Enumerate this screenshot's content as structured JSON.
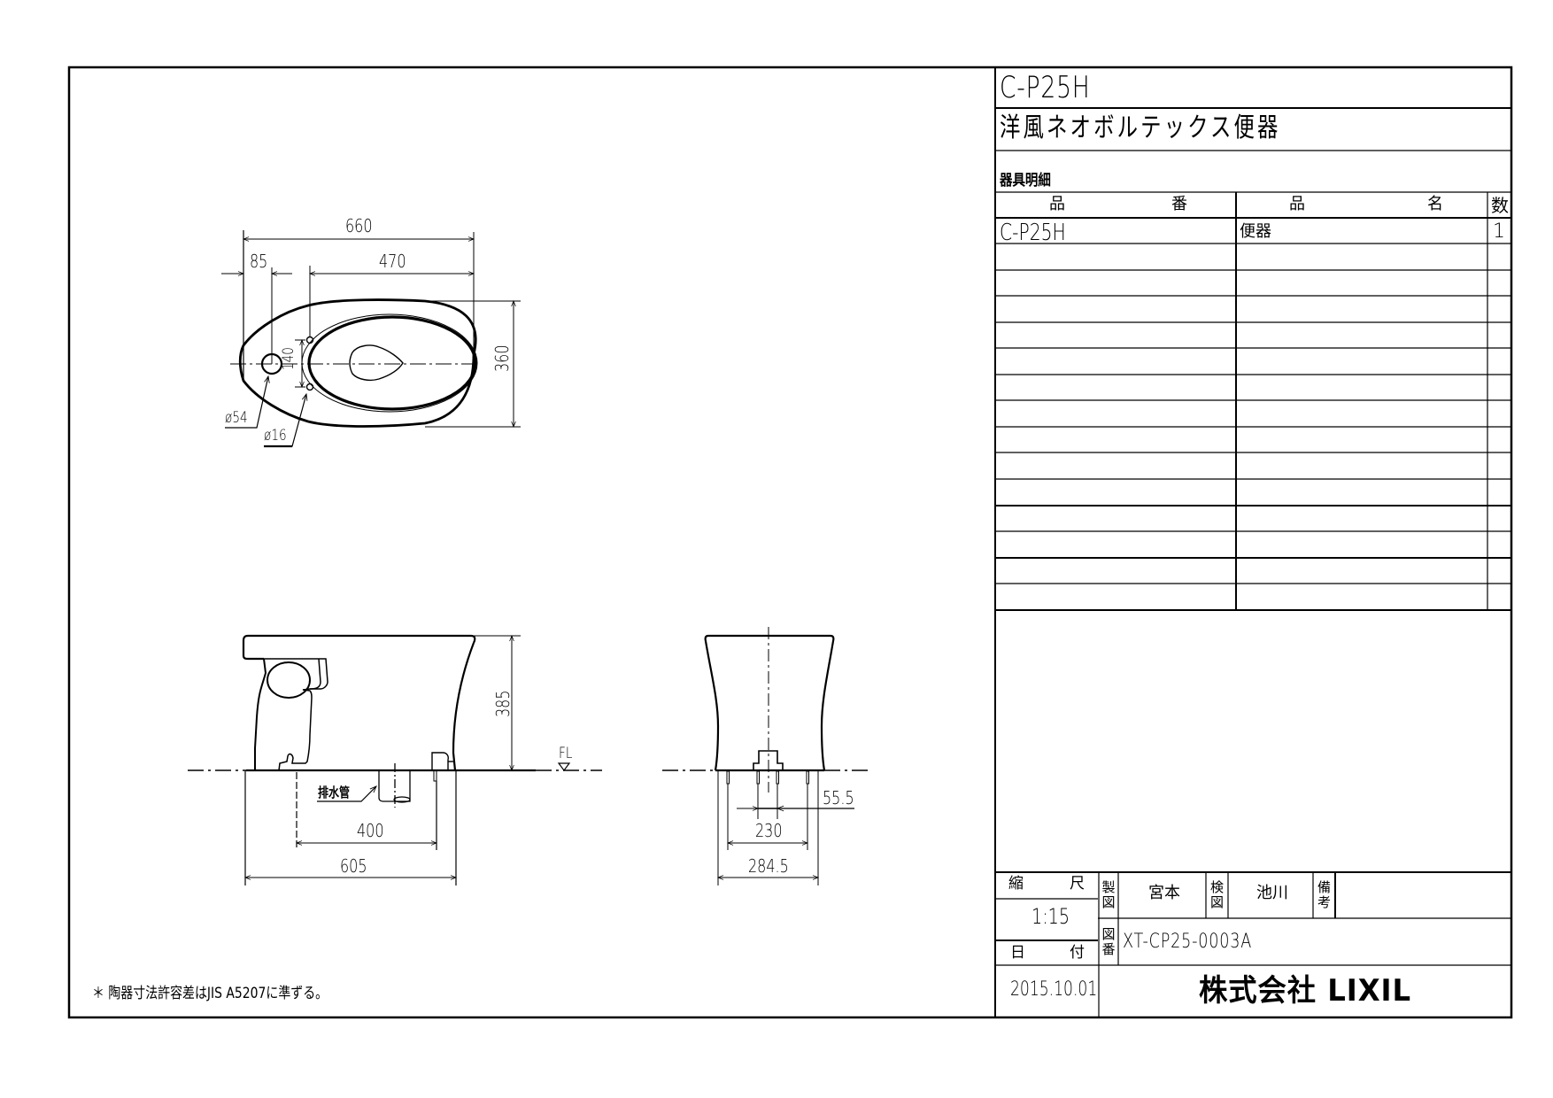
{
  "header": {
    "model_number": "C-P25H",
    "product_title": "洋風ネオボルテックス便器",
    "parts_section_label": "器具明細"
  },
  "parts_table": {
    "columns": [
      {
        "label_a": "品",
        "label_b": "番"
      },
      {
        "label_a": "品",
        "label_b": "名"
      },
      {
        "label_a": "数"
      }
    ],
    "rows": [
      {
        "part_number": "C-P25H",
        "part_name": "便器",
        "qty": "1"
      },
      {
        "part_number": "",
        "part_name": "",
        "qty": ""
      },
      {
        "part_number": "",
        "part_name": "",
        "qty": ""
      },
      {
        "part_number": "",
        "part_name": "",
        "qty": ""
      },
      {
        "part_number": "",
        "part_name": "",
        "qty": ""
      },
      {
        "part_number": "",
        "part_name": "",
        "qty": ""
      },
      {
        "part_number": "",
        "part_name": "",
        "qty": ""
      },
      {
        "part_number": "",
        "part_name": "",
        "qty": ""
      },
      {
        "part_number": "",
        "part_name": "",
        "qty": ""
      },
      {
        "part_number": "",
        "part_name": "",
        "qty": ""
      },
      {
        "part_number": "",
        "part_name": "",
        "qty": ""
      },
      {
        "part_number": "",
        "part_name": "",
        "qty": ""
      },
      {
        "part_number": "",
        "part_name": "",
        "qty": ""
      },
      {
        "part_number": "",
        "part_name": "",
        "qty": ""
      },
      {
        "part_number": "",
        "part_name": "",
        "qty": ""
      }
    ]
  },
  "title_block": {
    "scale_label_a": "縮",
    "scale_label_b": "尺",
    "scale_value": "1:15",
    "drawn_label_a": "製",
    "drawn_label_b": "図",
    "drawn_by": "宮本",
    "checked_label_a": "検",
    "checked_label_b": "図",
    "checked_by": "池川",
    "remarks_label_a": "備",
    "remarks_label_b": "考",
    "remarks_value": "",
    "drawing_no_label_a": "図",
    "drawing_no_label_b": "番",
    "drawing_no": "XT-CP25-0003A",
    "date_label_a": "日",
    "date_label_b": "付",
    "date": "2015.10.01",
    "company": "株式会社 LIXIL"
  },
  "footnote": "＊ 陶器寸法許容差はJIS A5207に準ずる。",
  "plan_view": {
    "dim_overall_length": "660",
    "dim_rear_to_drain": "85",
    "dim_bolt_to_front": "470",
    "dim_width": "360",
    "dim_bolt_spacing": "140",
    "drain_hole_dia": "ø54",
    "bolt_hole_dia": "ø16"
  },
  "side_view": {
    "dim_height": "385",
    "dim_bolt_spacing": "400",
    "dim_base_length": "605",
    "drain_pipe_label": "排水管",
    "floor_level_label": "FL"
  },
  "front_view": {
    "dim_offset": "55.5",
    "dim_bolt_spacing": "230",
    "dim_base_width": "284.5"
  }
}
